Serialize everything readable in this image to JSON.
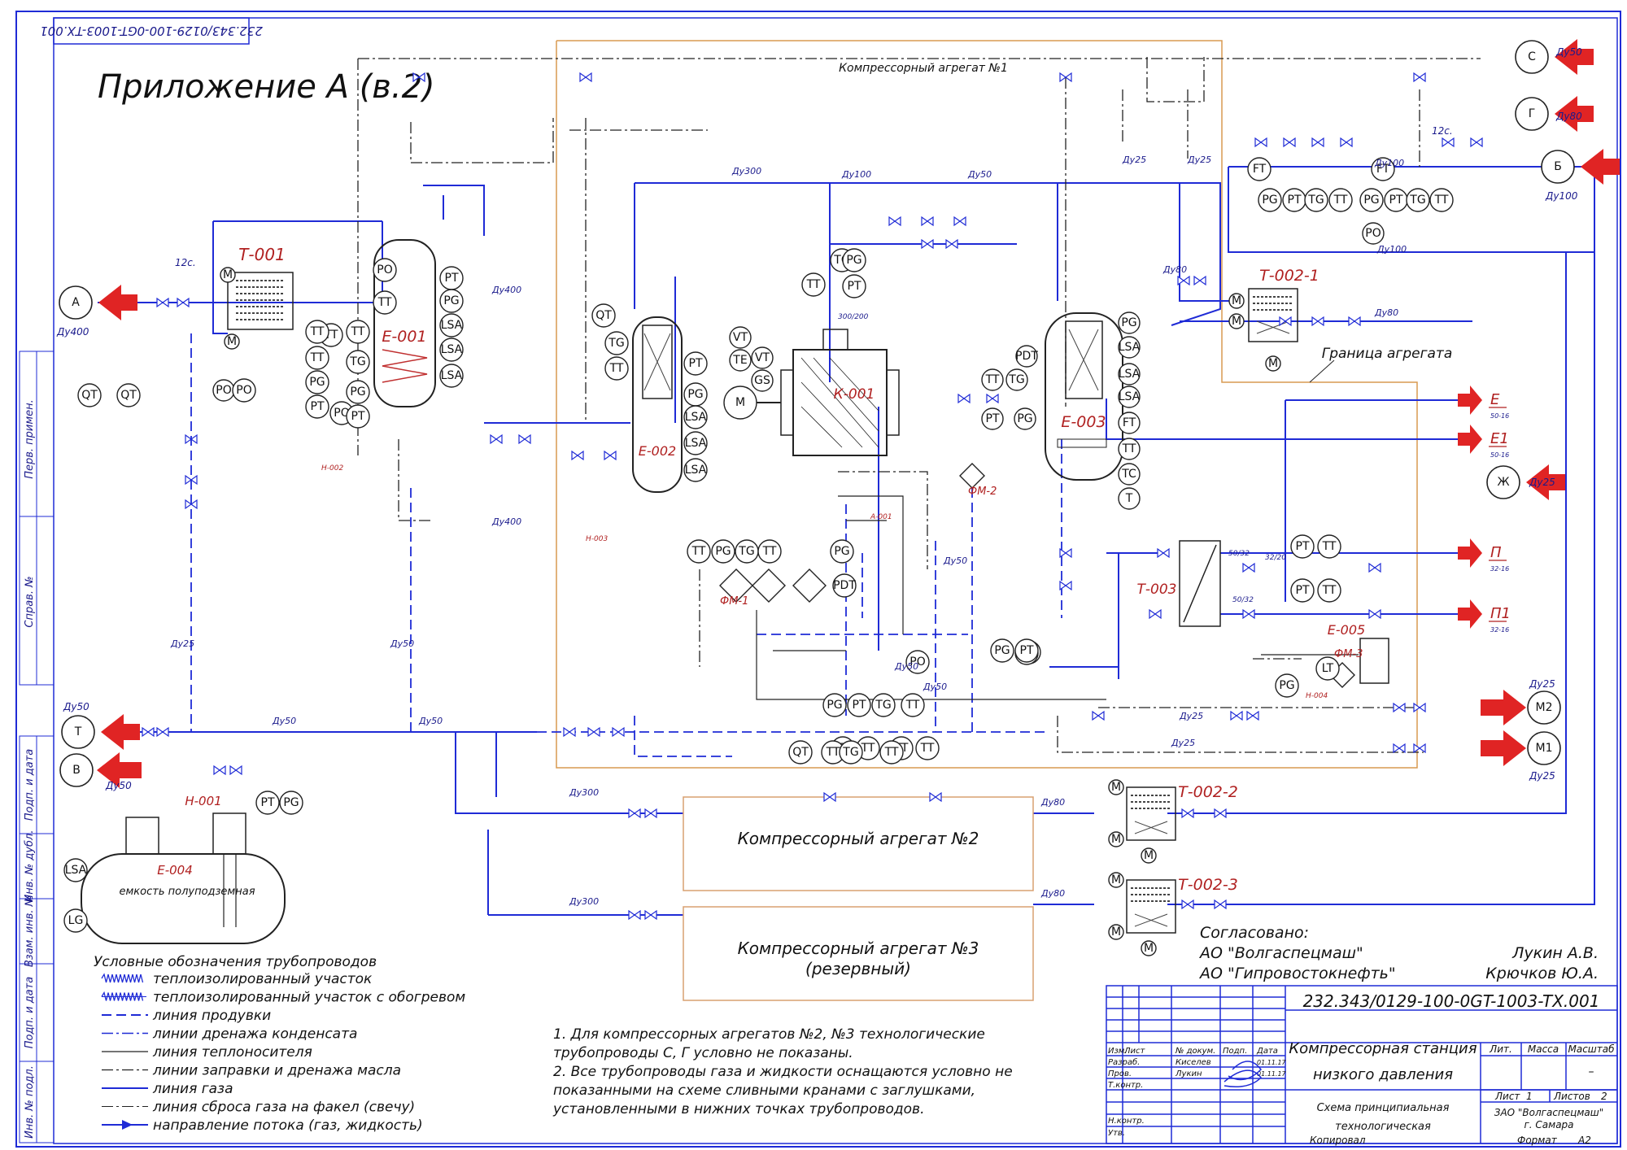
{
  "title_stamp": {
    "rotated_code": "232.343/0129-100-0GT-1003-TX.001",
    "appendix": "Приложение А (в.2)",
    "doc_code": "232.343/0129-100-0GT-1003-TX.001",
    "project_line1": "Компрессорная станция",
    "project_line2": "низкого давления",
    "sheet_title1": "Схема принципиальная",
    "sheet_title2": "технологическая",
    "company1": "ЗАО \"Волгаспецмаш\"",
    "company2": "г. Самара",
    "col_lit": "Лит.",
    "col_mass": "Масса",
    "col_scale": "Масштаб",
    "scale_value": "–",
    "sheet_label": "Лист",
    "sheet_no": "1",
    "sheets_label": "Листов",
    "sheets_no": "2",
    "row_izm": "Изм.",
    "row_list": "Лист",
    "row_docno": "№ докум.",
    "row_sign": "Подп.",
    "row_date": "Дата",
    "razrab": "Разраб.",
    "razrab_name": "Киселев",
    "razrab_date": "01.11.17",
    "prov": "Пров.",
    "prov_name": "Лукин",
    "prov_date": "01.11.17",
    "tkontr": "Т.контр.",
    "nkontr": "Н.контр.",
    "utv": "Утв.",
    "copied": "Копировал",
    "format_label": "Формат",
    "format_value": "А2"
  },
  "side_labels": [
    "Перв. примен.",
    "Справ. №",
    "Подп. и дата",
    "Инв. № дубл.",
    "Взам. инв. №",
    "Подп. и дата",
    "Инв. № подл."
  ],
  "agreed": {
    "header": "Согласовано:",
    "org1": "АО \"Волгаспецмаш\"",
    "org2": "АО \"Гипровостокнефть\"",
    "person1": "Лукин А.В.",
    "person2": "Крючков Ю.А."
  },
  "notes": [
    "1. Для компрессорных агрегатов №2, №3 технологические",
    "трубопроводы С, Г условно не показаны.",
    "2. Все трубопроводы газа и жидкости оснащаются условно не",
    "показанными на схеме сливными кранами с заглушками,",
    "установленными в нижних точках трубопроводов."
  ],
  "legend": {
    "header": "Условные обозначения трубопроводов",
    "items": [
      "теплоизолированный участок",
      "теплоизолированный участок с обогревом",
      "линия продувки",
      "линии дренажа конденсата",
      "линия теплоносителя",
      "линии заправки и дренажа масла",
      "линия газа",
      "линия сброса газа на факел (свечу)",
      "направление потока (газ, жидкость)"
    ]
  },
  "units": {
    "agg1": "Компрессорный агрегат №1",
    "agg2": "Компрессорный агрегат №2",
    "agg3_line1": "Компрессорный агрегат №3",
    "agg3_line2": "(резервный)",
    "border": "Граница агрегата",
    "tanks": {
      "t001": "Т-001",
      "e001": "Е-001",
      "e002": "Е-002",
      "k001": "К-001",
      "e003": "Е-003",
      "t002_1": "Т-002-1",
      "t002_2": "Т-002-2",
      "t002_3": "Т-002-3",
      "t003": "Т-003",
      "e005": "Е-005",
      "e004": "Е-004",
      "e004_desc": "емкость полуподземная",
      "h001": "Н-001",
      "fm1": "ФМ-1",
      "fm2": "ФМ-2",
      "fm3": "ФМ-3",
      "h002": "Н-002",
      "h003": "Н-003",
      "h004": "Н-004",
      "a001": "А-001"
    }
  },
  "connections": {
    "A": {
      "letter": "А",
      "dn": "Ду400"
    },
    "C": {
      "letter": "С",
      "dn": "Ду50"
    },
    "G": {
      "letter": "Г",
      "dn": "Ду80"
    },
    "B": {
      "letter": "Б",
      "dn": "Ду100"
    },
    "E": {
      "letter": "Е",
      "dn": "50-16"
    },
    "E1": {
      "letter": "Е1",
      "dn": "50-16"
    },
    "ZH": {
      "letter": "Ж",
      "dn": "Ду25"
    },
    "P": {
      "letter": "П",
      "dn": "32-16"
    },
    "P1": {
      "letter": "П1",
      "dn": "32-16"
    },
    "M2": {
      "letter": "М2",
      "dn": "Ду25"
    },
    "M1": {
      "letter": "М1",
      "dn": "Ду25"
    },
    "T": {
      "letter": "Т",
      "dn": "Ду50"
    },
    "V": {
      "letter": "В",
      "dn": "Ду50"
    }
  },
  "pipe_labels": {
    "du300": "Ду300",
    "du100": "Ду100",
    "du50": "Ду50",
    "du400": "Ду400",
    "du25": "Ду25",
    "du80": "Ду80",
    "d300_200": "300/200",
    "d12": "12с.",
    "d50_32": "50/32",
    "d32_20": "32/20"
  },
  "instruments": [
    "TT",
    "TG",
    "PG",
    "PO",
    "PT",
    "LSA",
    "QT",
    "PDT",
    "VT",
    "TE",
    "GS",
    "M",
    "LG",
    "LT",
    "FT",
    "TC",
    "T"
  ]
}
